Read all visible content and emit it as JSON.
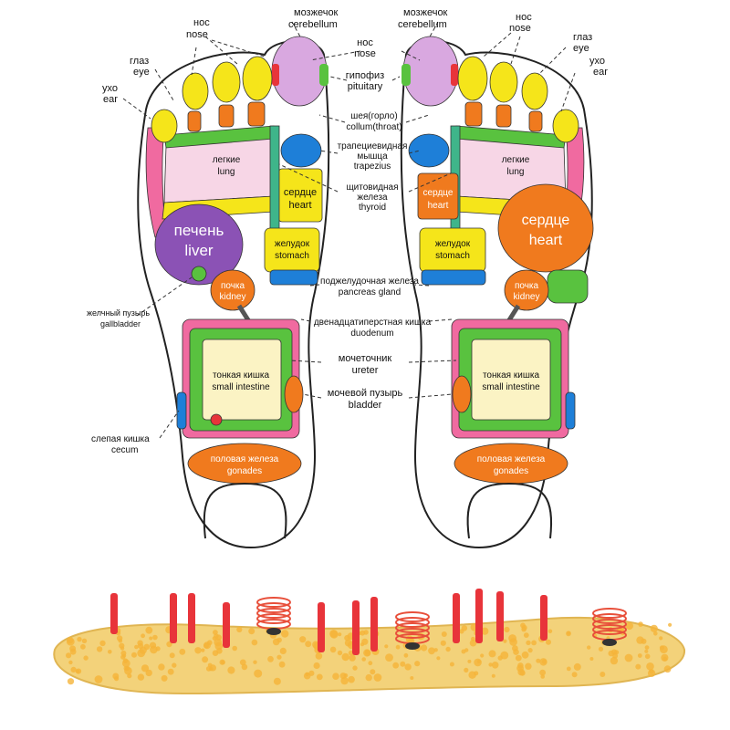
{
  "colors": {
    "yellow": "#f5e51a",
    "pink": "#f06aa0",
    "lightpink": "#f7d6e6",
    "lavender": "#d9a8e0",
    "blue": "#1e7fd8",
    "orange": "#f07a1e",
    "green": "#59c23f",
    "purple": "#8b52b5",
    "cream": "#fbf3c4",
    "teal": "#3fb58a",
    "red": "#e8343a",
    "insole": "#f3d27a",
    "coil": "#e84f3a"
  },
  "labels": {
    "cerebellum_ru": "мозжечок",
    "cerebellum_en": "cerebellum",
    "nose_ru": "нос",
    "nose_en": "nose",
    "eye_ru": "глаз",
    "eye_en": "eye",
    "ear_ru": "ухо",
    "ear_en": "ear",
    "pituitary_ru": "гипофиз",
    "pituitary_en": "pituitary",
    "throat_ru": "шея(горло)",
    "throat_en": "collum(throat)",
    "trapezius_ru1": "трапециевидная",
    "trapezius_ru2": "мышца",
    "trapezius_en": "trapezius",
    "thyroid_ru1": "щитовидная",
    "thyroid_ru2": "железа",
    "thyroid_en": "thyroid",
    "lung_ru": "легкие",
    "lung_en": "lung",
    "heart_ru": "сердце",
    "heart_en": "heart",
    "liver_ru": "печень",
    "liver_en": "liver",
    "stomach_ru": "желудок",
    "stomach_en": "stomach",
    "kidney_ru": "почка",
    "kidney_en": "kidney",
    "pancreas_ru": "поджелудочная железа",
    "pancreas_en": "pancreas gland",
    "gallbladder_ru": "желчный пузырь",
    "gallbladder_en": "gallbladder",
    "duodenum_ru": "двенадцатиперстная кишка",
    "duodenum_en": "duodenum",
    "ureter_ru": "мочеточник",
    "ureter_en": "ureter",
    "bladder_ru": "мочевой пузырь",
    "bladder_en": "bladder",
    "intestine_ru": "тонкая кишка",
    "intestine_en": "small intestine",
    "cecum_ru": "слепая кишка",
    "cecum_en": "cecum",
    "gonads_ru": "половая железа",
    "gonads_en": "gonades"
  }
}
